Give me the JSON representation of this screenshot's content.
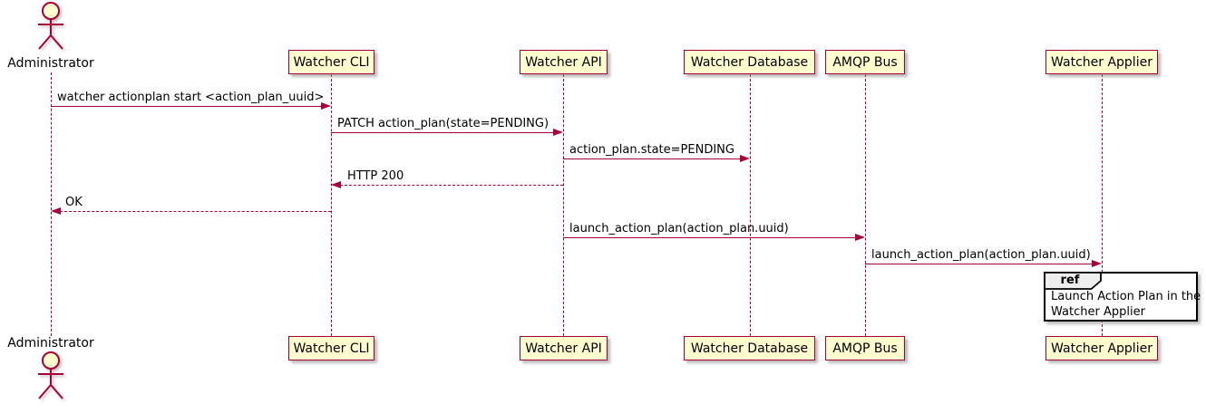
{
  "diagram_type": "uml-sequence",
  "colors": {
    "participant_fill": "#FEFECE",
    "participant_border": "#A80036",
    "arrow": "#A80036",
    "lifeline": "#A80036",
    "text": "#000000",
    "ref_border": "#000000",
    "ref_header_fill": "#EEEEEE",
    "background": "#FFFFFF"
  },
  "actor": {
    "label": "Administrator"
  },
  "participants": [
    {
      "label": "Watcher CLI"
    },
    {
      "label": "Watcher API"
    },
    {
      "label": "Watcher Database"
    },
    {
      "label": "AMQP Bus"
    },
    {
      "label": "Watcher Applier"
    }
  ],
  "messages": [
    {
      "label": "watcher actionplan start <action_plan_uuid>",
      "from": "Administrator",
      "to": "Watcher CLI",
      "line": "solid"
    },
    {
      "label": "PATCH action_plan(state=PENDING)",
      "from": "Watcher CLI",
      "to": "Watcher API",
      "line": "solid"
    },
    {
      "label": "action_plan.state=PENDING",
      "from": "Watcher API",
      "to": "Watcher Database",
      "line": "solid"
    },
    {
      "label": "HTTP 200",
      "from": "Watcher API",
      "to": "Watcher CLI",
      "line": "dashed"
    },
    {
      "label": "OK",
      "from": "Watcher CLI",
      "to": "Administrator",
      "line": "dashed"
    },
    {
      "label": "launch_action_plan(action_plan.uuid)",
      "from": "Watcher API",
      "to": "AMQP Bus",
      "line": "solid"
    },
    {
      "label": "launch_action_plan(action_plan.uuid)",
      "from": "AMQP Bus",
      "to": "Watcher Applier",
      "line": "solid"
    }
  ],
  "ref": {
    "keyword": "ref",
    "line1": "Launch Action Plan in the",
    "line2": "Watcher Applier"
  }
}
